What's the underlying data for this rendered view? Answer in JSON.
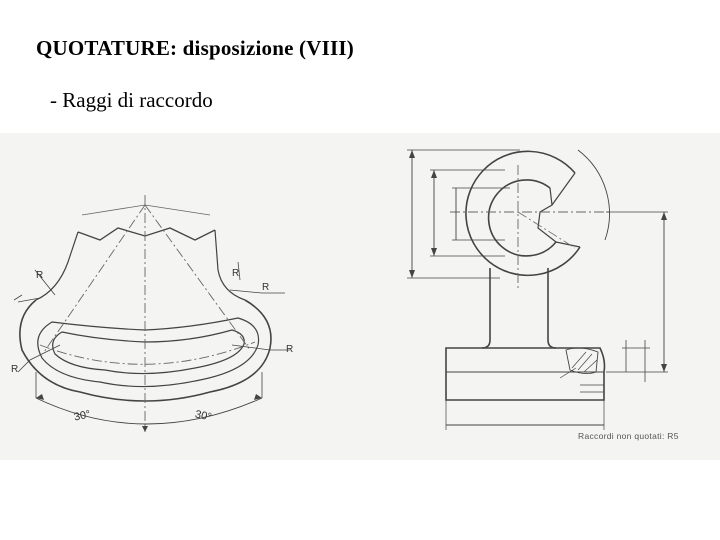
{
  "slide": {
    "title": "QUOTATURE: disposizione (VIII)",
    "bullet": "- Raggi di raccordo"
  },
  "drawing": {
    "angle_left": "30°",
    "angle_right": "30°",
    "radius_label": "R",
    "note": "Raccordi non quotati: R5"
  }
}
